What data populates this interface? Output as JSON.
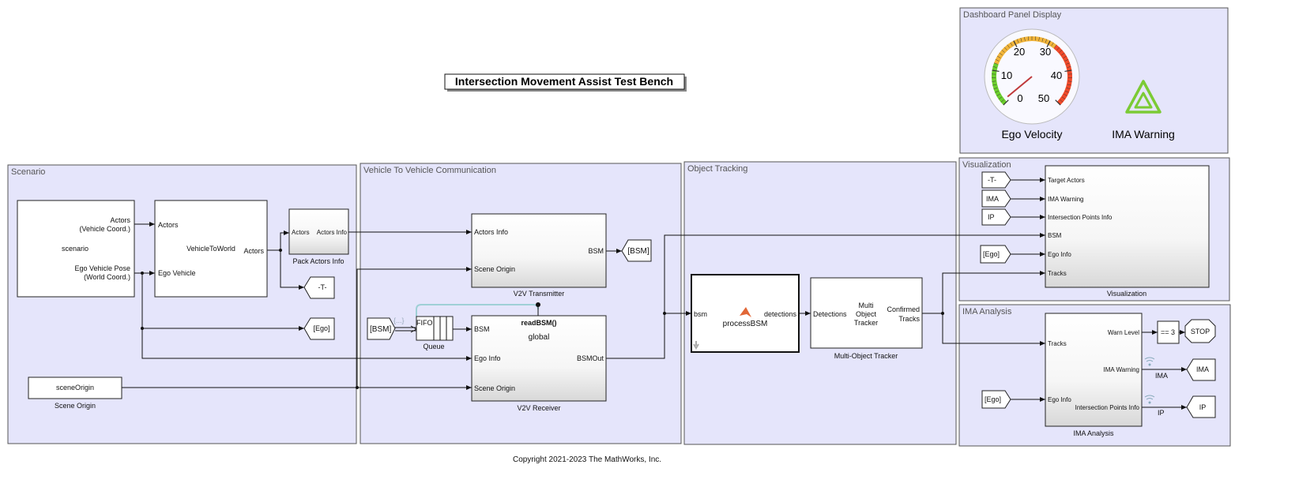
{
  "title": "Intersection Movement Assist Test Bench",
  "copyright": "Copyright 2021-2023 The MathWorks, Inc.",
  "areas": {
    "dashboard": "Dashboard Panel Display",
    "scenario": "Scenario",
    "v2v": "Vehicle To Vehicle Communication",
    "tracking": "Object Tracking",
    "visualization": "Visualization",
    "ima": "IMA Analysis"
  },
  "dashboard": {
    "gauge": {
      "label": "Ego Velocity",
      "min": 0,
      "max": 50,
      "ticks": [
        "0",
        "10",
        "20",
        "30",
        "40",
        "50"
      ],
      "value": 1,
      "bands": [
        {
          "from": 0,
          "to": 12,
          "color": "#6ccf2e"
        },
        {
          "from": 12,
          "to": 32,
          "color": "#f2b53a"
        },
        {
          "from": 32,
          "to": 50,
          "color": "#f04a2a"
        }
      ]
    },
    "lamp": {
      "label": "IMA Warning",
      "icon": "warning-triangle-icon",
      "color": "#7bcb35"
    }
  },
  "scenario": {
    "scenario_block": {
      "name": "scenario",
      "out1a": "Actors",
      "out1b": "(Vehicle Coord.)",
      "out2a": "Ego Vehicle Pose",
      "out2b": "(World Coord.)"
    },
    "v2w": {
      "name": "VehicleToWorld",
      "in1": "Actors",
      "in2": "Ego Vehicle",
      "out": "Actors"
    },
    "pack": {
      "label": "Pack Actors Info",
      "in": "Actors",
      "out": "Actors Info"
    },
    "goto_t": "-T-",
    "goto_ego": "[Ego]",
    "scene_origin": {
      "name": "sceneOrigin",
      "label": "Scene Origin"
    }
  },
  "v2v": {
    "tx": {
      "label": "V2V Transmitter",
      "in1": "Actors Info",
      "in2": "Scene Origin",
      "out": "BSM"
    },
    "goto_bsm": "[BSM]",
    "from_bsm": "[BSM]",
    "bus_mark": "{...}",
    "queue": {
      "name": "FIFO",
      "label": "Queue"
    },
    "rx": {
      "label": "V2V Receiver",
      "fn": "readBSM()",
      "scope": "global",
      "in1": "BSM",
      "in2": "Ego Info",
      "in3": "Scene Origin",
      "out": "BSMOut"
    }
  },
  "tracking": {
    "process": {
      "name": "processBSM",
      "in": "bsm",
      "out": "detections",
      "icon": "matlab-icon"
    },
    "tracker": {
      "label": "Multi-Object Tracker",
      "l1": "Multi",
      "l2": "Object",
      "l3": "Tracker",
      "in": "Detections",
      "out1": "Confirmed",
      "out2": "Tracks"
    }
  },
  "visualization": {
    "label": "Visualization",
    "froms": [
      "-T-",
      "IMA",
      "IP",
      "[Ego]"
    ],
    "ports": [
      "Target Actors",
      "IMA Warning",
      "Intersection Points Info",
      "BSM",
      "Ego Info",
      "Tracks"
    ]
  },
  "ima": {
    "label": "IMA Analysis",
    "in1": "Tracks",
    "in2": "Ego Info",
    "out1": "Warn Level",
    "out2": "IMA Warning",
    "out3": "Intersection Points Info",
    "compare": "== 3",
    "stop": "STOP",
    "goto_ima": "IMA",
    "goto_ip": "IP",
    "sig_ima": "IMA",
    "sig_ip": "IP",
    "from_ego": "[Ego]"
  }
}
